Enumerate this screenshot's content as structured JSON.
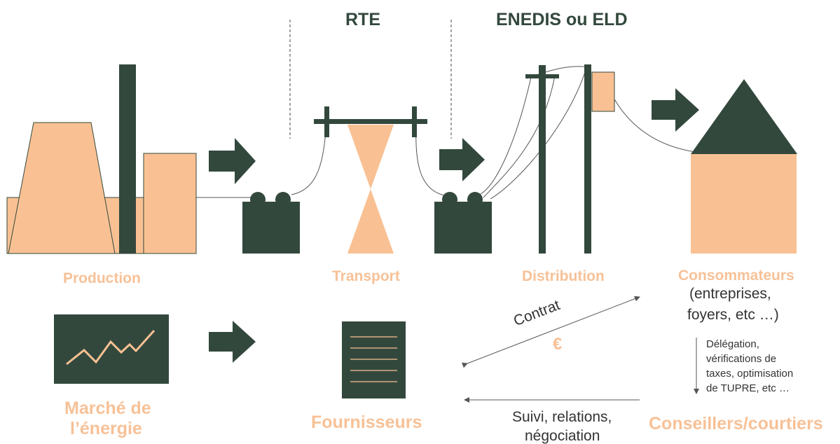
{
  "colors": {
    "dark_green": "#33483d",
    "peach": "#f9c193",
    "label_peach": "#f7c197",
    "text_dark": "#333333",
    "line_gray": "#555555"
  },
  "headers": {
    "transmission": "RTE",
    "distribution": "ENEDIS ou ELD"
  },
  "stages": {
    "production": "Production",
    "transport": "Transport",
    "distribution": "Distribution",
    "consumers": "Consommateurs",
    "consumers_detail_1": "(entreprises,",
    "consumers_detail_2": "foyers, etc …)"
  },
  "market": {
    "line_1": "Marché de",
    "line_2": "l’énergie",
    "suppliers": "Fournisseurs",
    "advisors": "Conseillers/courtiers"
  },
  "relations": {
    "contract": "Contrat",
    "currency": "€",
    "follow_up_1": "Suivi, relations,",
    "follow_up_2": "négociation",
    "delegation_1": "Délégation,",
    "delegation_2": "vérifications de",
    "delegation_3": "taxes, optimisation",
    "delegation_4": "de TUPRE, etc …"
  },
  "icons": [
    "power-plant-icon",
    "transformer-icon",
    "pylon-icon",
    "utility-pole-icon",
    "house-icon",
    "chart-board-icon",
    "document-icon",
    "flow-arrow-icon"
  ]
}
